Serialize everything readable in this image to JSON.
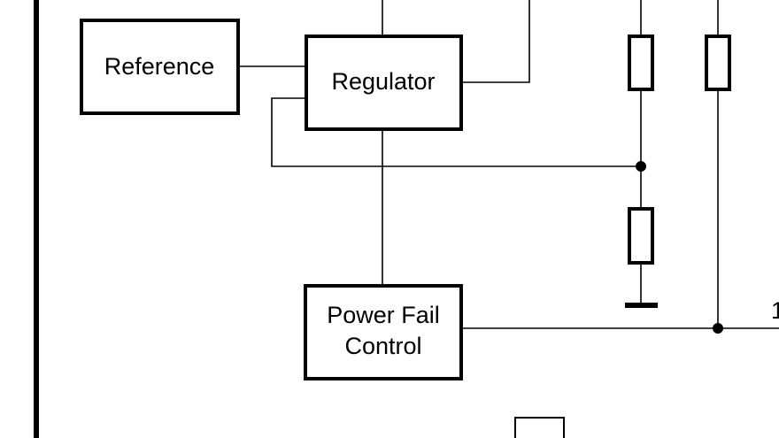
{
  "blocks": {
    "reference": {
      "label": "Reference"
    },
    "regulator": {
      "label": "Regulator"
    },
    "power_fail_control": {
      "line1": "Power Fail",
      "line2": "Control"
    }
  },
  "pin_label": "1",
  "colors": {
    "ink": "#000000",
    "background": "#ffffff"
  }
}
